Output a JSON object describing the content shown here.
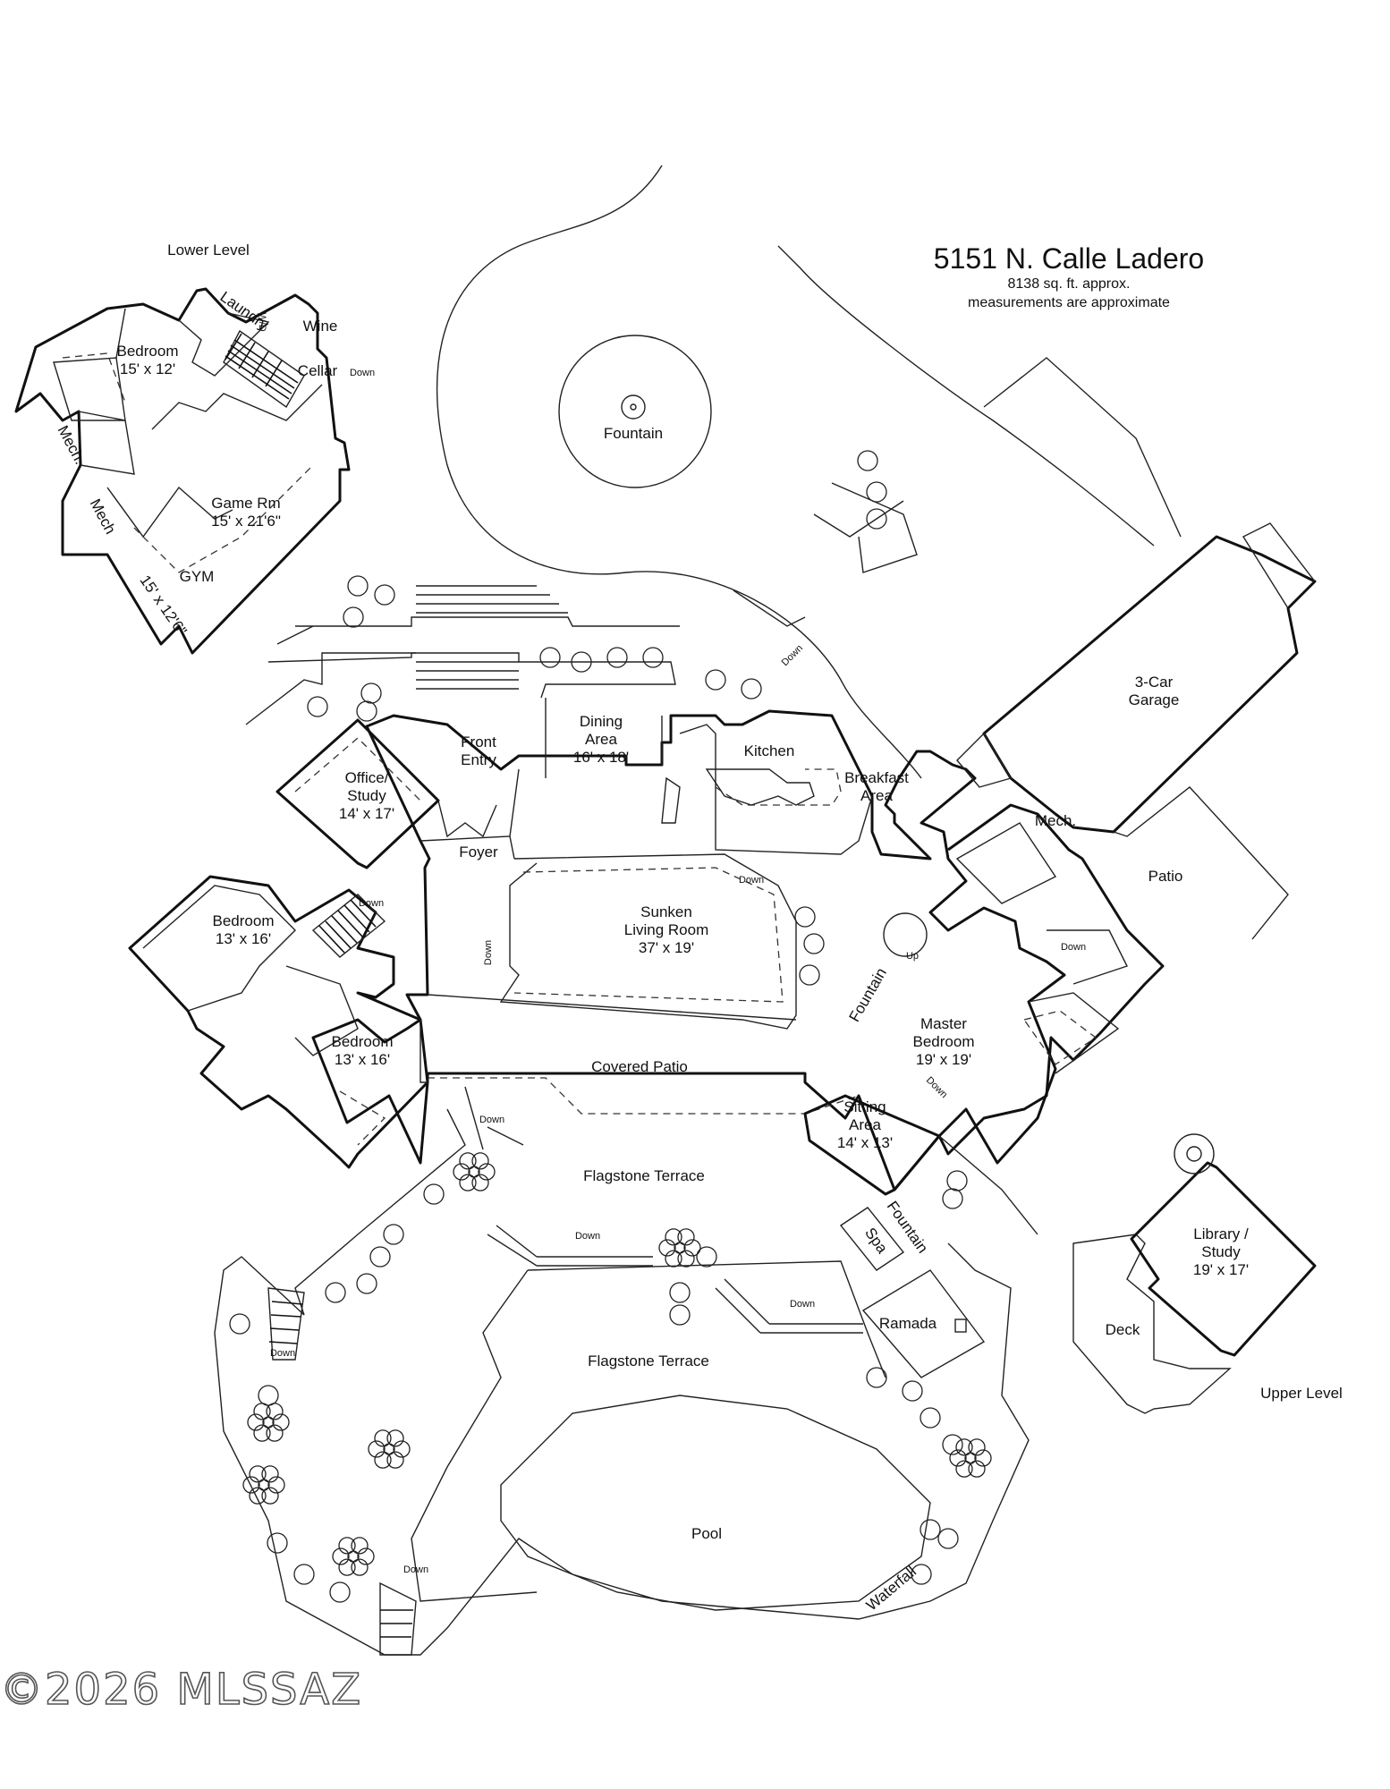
{
  "title": "5151 N. Calle Ladero",
  "subtitle_area": "8138 sq. ft. approx.",
  "subtitle_note": "measurements are approximate",
  "levels": {
    "lower": "Lower Level",
    "upper": "Upper Level"
  },
  "rooms": {
    "fountain_top": "Fountain",
    "bedroom_lower_1": "Bedroom",
    "bedroom_lower_1_size": "15' x 12'",
    "laundry": "Laundry",
    "wd": "W/D",
    "wine": "Wine",
    "cellar": "Cellar",
    "mech_1": "Mech.",
    "mech_2": "Mech",
    "game_rm": "Game Rm",
    "game_rm_size": "15' x 21'6\"",
    "gym": "GYM",
    "gym_size": "15' x 12'6\"",
    "front_entry_1": "Front",
    "front_entry_2": "Entry",
    "dining_1": "Dining",
    "dining_2": "Area",
    "dining_size": "16' x 18'",
    "kitchen": "Kitchen",
    "breakfast_1": "Breakfast",
    "breakfast_2": "Area",
    "garage_1": "3-Car",
    "garage_2": "Garage",
    "office_1": "Office/",
    "office_2": "Study",
    "office_size": "14' x 17'",
    "foyer": "Foyer",
    "mech_3": "Mech.",
    "patio": "Patio",
    "sunken_1": "Sunken",
    "sunken_2": "Living Room",
    "sunken_size": "37' x 19'",
    "bedroom_a": "Bedroom",
    "bedroom_a_size": "13' x 16'",
    "bedroom_b": "Bedroom",
    "bedroom_b_size": "13' x 16'",
    "covered_patio": "Covered Patio",
    "fountain_mid": "Fountain",
    "master_1": "Master",
    "master_2": "Bedroom",
    "master_size": "19' x 19'",
    "sitting_1": "Sitting",
    "sitting_2": "Area",
    "sitting_size": "14' x 13'",
    "flagstone_1": "Flagstone Terrace",
    "spa": "Spa",
    "fountain_low": "Fountain",
    "library_1": "Library /",
    "library_2": "Study",
    "library_size": "19' x 17'",
    "ramada": "Ramada",
    "flagstone_2": "Flagstone Terrace",
    "deck": "Deck",
    "pool": "Pool",
    "waterfall": "Waterfall"
  },
  "markers": {
    "down": "Down",
    "up": "Up"
  },
  "watermark": "©2026 MLSSAZ"
}
